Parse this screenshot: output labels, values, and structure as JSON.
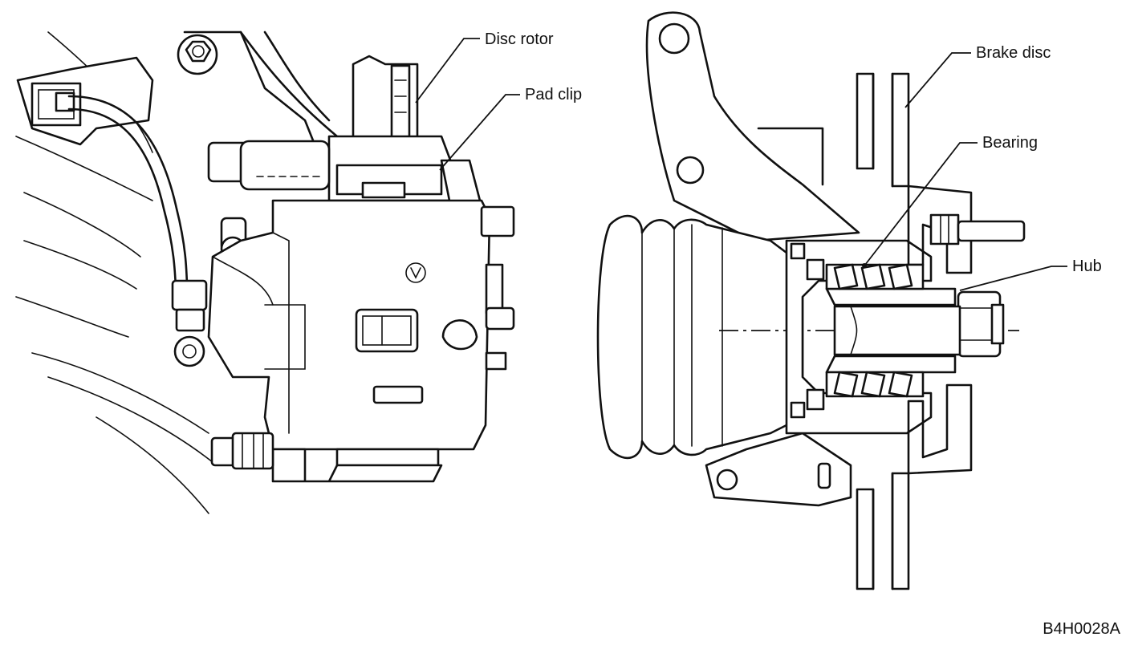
{
  "labels": {
    "disc_rotor": "Disc rotor",
    "pad_clip": "Pad clip",
    "brake_disc": "Brake disc",
    "bearing": "Bearing",
    "hub": "Hub"
  },
  "figure_code": "B4H0028A",
  "ink_color": "#111111"
}
